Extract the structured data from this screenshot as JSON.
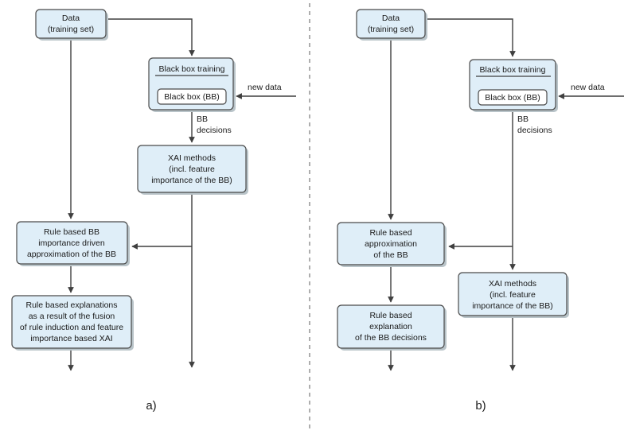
{
  "figure": {
    "background_color": "#ffffff",
    "box_fill_color": "#dfeef8",
    "box_stroke_color": "#4a4a4a",
    "line_color": "#3f3f3f",
    "divider_color": "#9a9a9a"
  },
  "panel_a": {
    "label": "a)",
    "nodes": {
      "data": {
        "line1": "Data",
        "line2": "(training set)"
      },
      "black_box_training": {
        "title": "Black box training",
        "inner": "Black box (BB)"
      },
      "xai_methods": {
        "line1": "XAI methods",
        "line2": "(incl. feature",
        "line3": "importance of the BB)"
      },
      "rule_based_approx": {
        "line1": "Rule based BB",
        "line2": "importance driven",
        "line3": "approximation of the BB"
      },
      "rule_based_explanations": {
        "line1": "Rule based explanations",
        "line2": "as a result of the fusion",
        "line3": "of rule induction and feature",
        "line4": "importance  based XAI"
      }
    },
    "edge_labels": {
      "new_data": "new data",
      "bb_decisions_line1": "BB",
      "bb_decisions_line2": "decisions"
    }
  },
  "panel_b": {
    "label": "b)",
    "nodes": {
      "data": {
        "line1": "Data",
        "line2": "(training set)"
      },
      "black_box_training": {
        "title": "Black box training",
        "inner": "Black box (BB)"
      },
      "rule_based_approx": {
        "line1": "Rule based",
        "line2": "approximation",
        "line3": "of the BB"
      },
      "xai_methods": {
        "line1": "XAI methods",
        "line2": "(incl. feature",
        "line3": "importance of the BB)"
      },
      "rule_based_explanation": {
        "line1": "Rule based",
        "line2": "explanation",
        "line3": "of the BB decisions"
      }
    },
    "edge_labels": {
      "new_data": "new data",
      "bb_decisions_line1": "BB",
      "bb_decisions_line2": "decisions"
    }
  }
}
